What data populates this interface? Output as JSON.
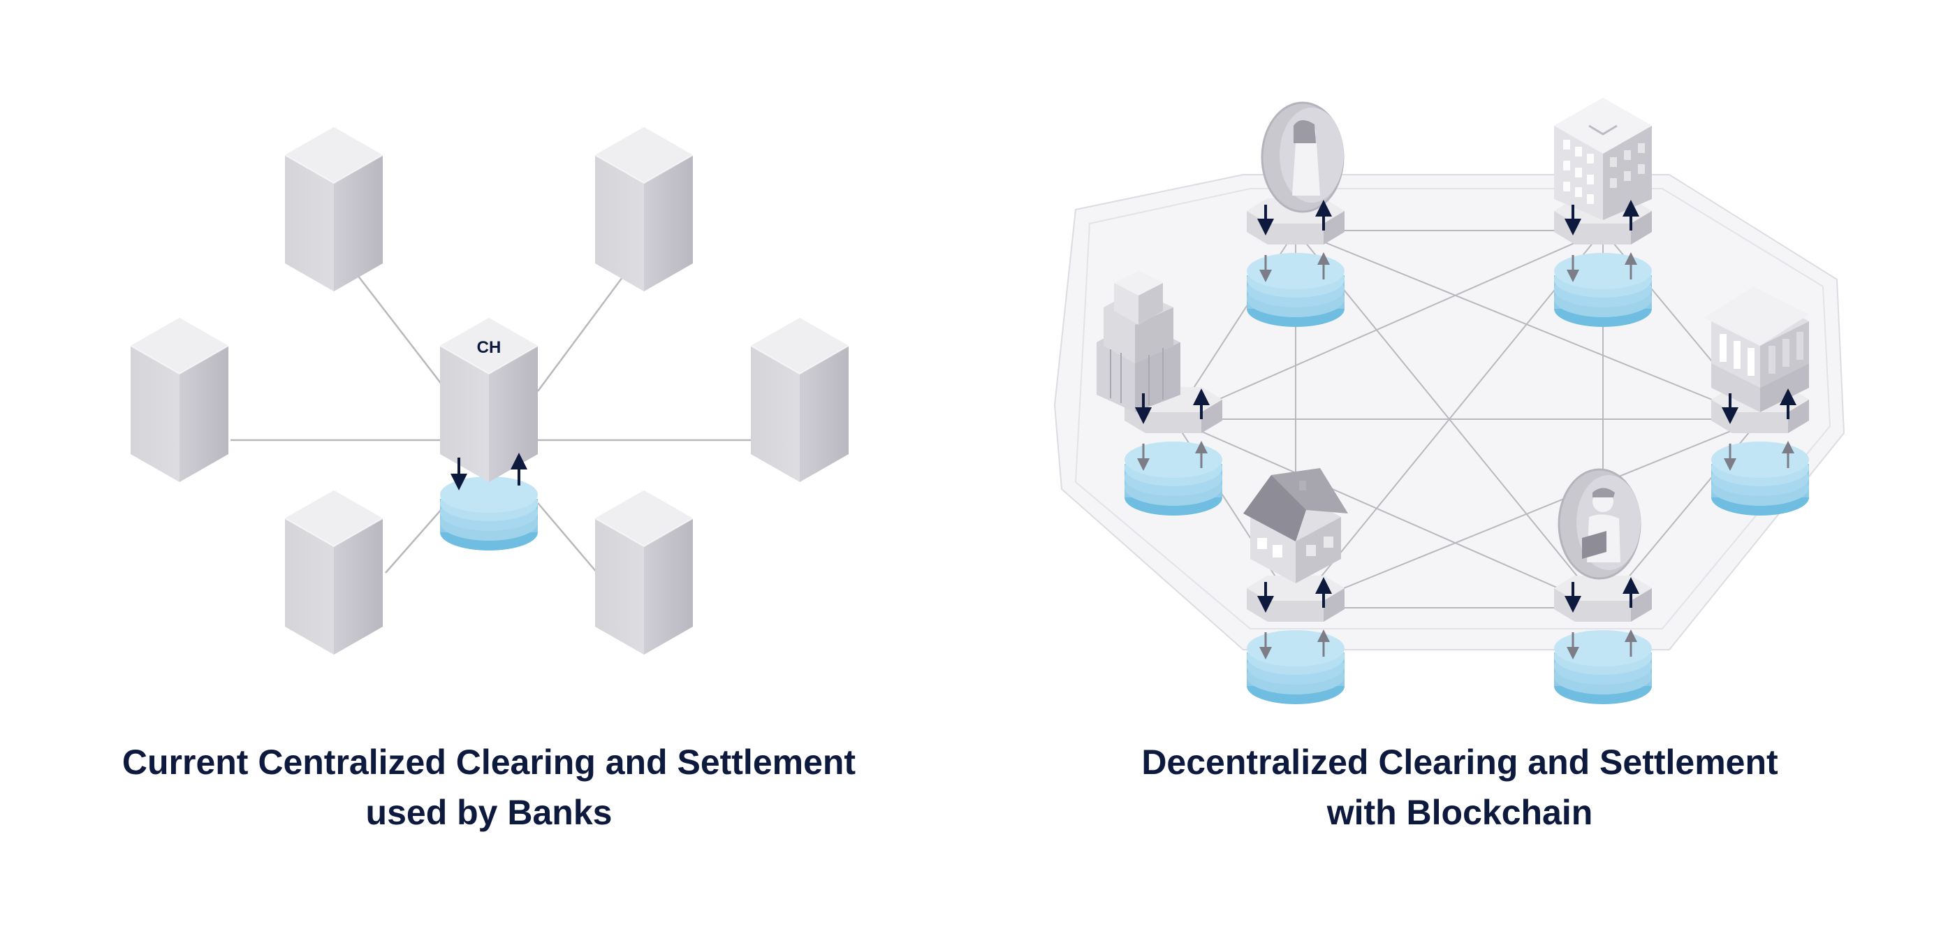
{
  "centralized": {
    "hub_label": "CH",
    "caption_line1": "Current Centralized Clearing and Settlement",
    "caption_line2": "used by Banks",
    "node_count": 6
  },
  "decentralized": {
    "caption_line1": "Decentralized Clearing and Settlement",
    "caption_line2": "with Blockchain",
    "node_icons": [
      "person-woman-icon",
      "office-building-icon",
      "bank-icon",
      "person-man-laptop-icon",
      "house-icon",
      "skyscraper-icon"
    ]
  },
  "colors": {
    "caption_text": "#0d1a3d",
    "arrow": "#0d1a3d",
    "ledger_blue": "#a7d8ef",
    "box_light": "#e2e2e6",
    "box_dark": "#c4c3ca",
    "line": "#b8b8bd"
  }
}
